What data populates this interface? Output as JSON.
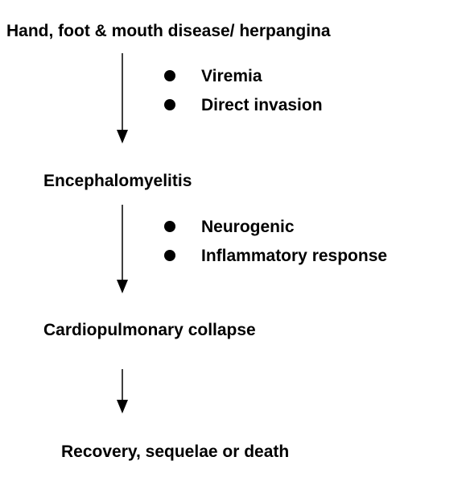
{
  "stages": [
    "Hand, foot & mouth disease/ herpangina",
    "Encephalomyelitis",
    "Cardiopulmonary collapse",
    "Recovery, sequelae or death"
  ],
  "mechanisms": [
    [
      "Viremia",
      "Direct invasion"
    ],
    [
      "Neurogenic",
      "Inflammatory response"
    ]
  ],
  "colors": {
    "text": "#000000",
    "background": "#ffffff"
  }
}
